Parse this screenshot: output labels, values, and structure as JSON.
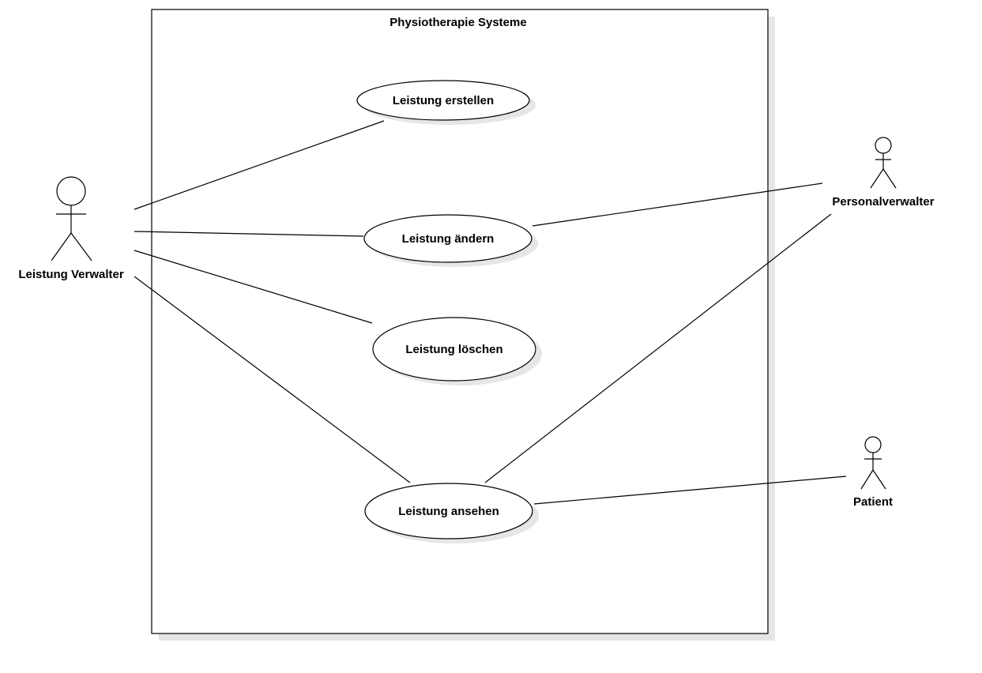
{
  "system": {
    "title": "Physiotherapie Systeme"
  },
  "use_cases": {
    "erstellen": "Leistung erstellen",
    "aendern": "Leistung ändern",
    "loeschen": "Leistung löschen",
    "ansehen": "Leistung ansehen"
  },
  "actors": {
    "leistung_verwalter": "Leistung Verwalter",
    "personalverwalter": "Personalverwalter",
    "patient": "Patient"
  },
  "colors": {
    "line": "#000000",
    "shadow": "#e6e6e6",
    "background": "#ffffff"
  }
}
